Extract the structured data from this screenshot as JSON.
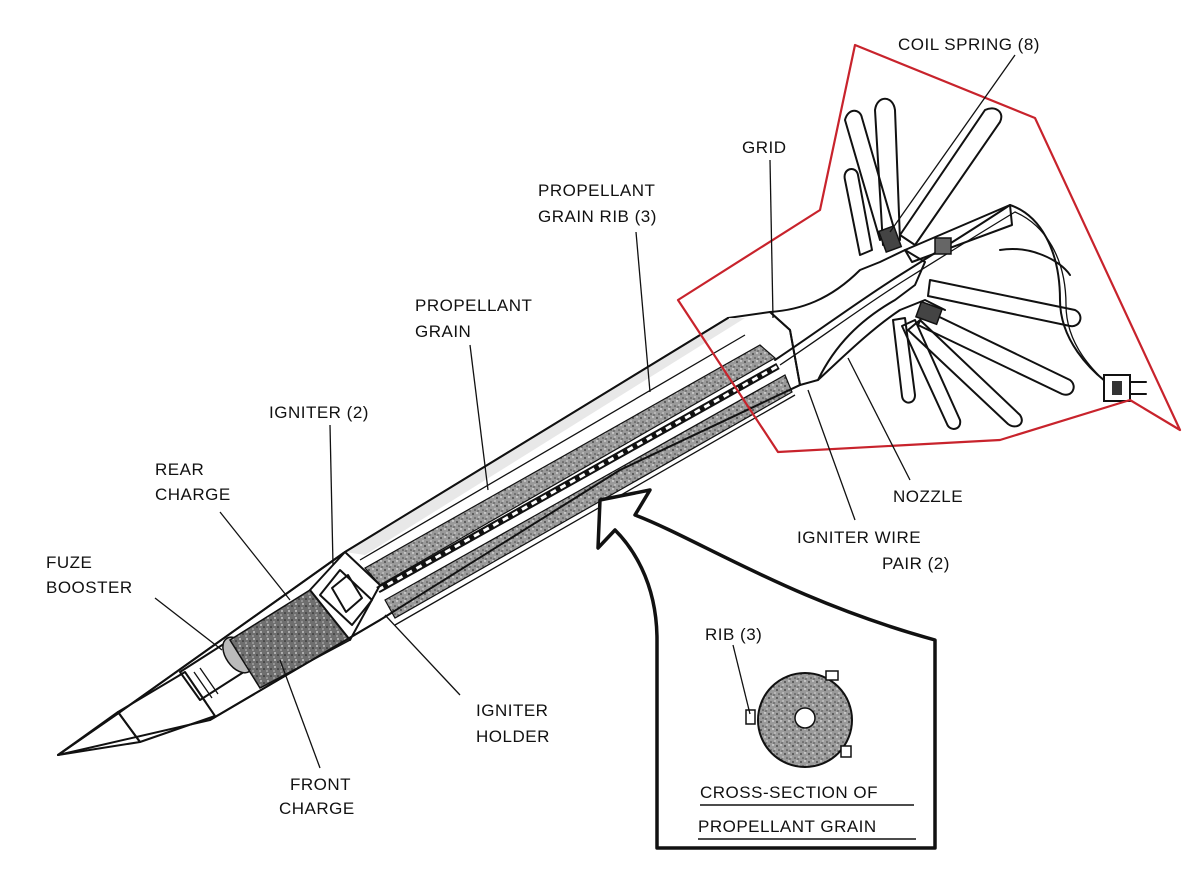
{
  "labels": {
    "coil_spring": "COIL SPRING (8)",
    "grid": "GRID",
    "grain_rib_line1": "PROPELLANT",
    "grain_rib_line2": "GRAIN RIB (3)",
    "grain_line1": "PROPELLANT",
    "grain_line2": "GRAIN",
    "igniter": "IGNITER (2)",
    "rear_charge_line1": "REAR",
    "rear_charge_line2": "CHARGE",
    "fuze_booster_line1": "FUZE",
    "fuze_booster_line2": "BOOSTER",
    "nozzle": "NOZZLE",
    "igniter_wire_line1": "IGNITER WIRE",
    "igniter_wire_line2": "PAIR (2)",
    "igniter_holder_line1": "IGNITER",
    "igniter_holder_line2": "HOLDER",
    "front_charge_line1": "FRONT",
    "front_charge_line2": "CHARGE",
    "rib": "RIB (3)",
    "cross_section_line1": "CROSS-SECTION OF",
    "cross_section_line2": "PROPELLANT GRAIN"
  },
  "colors": {
    "ink": "#111111",
    "highlight_outline": "#c8232c",
    "propellant_fill": "#8c8c8c",
    "paper": "#ffffff"
  }
}
